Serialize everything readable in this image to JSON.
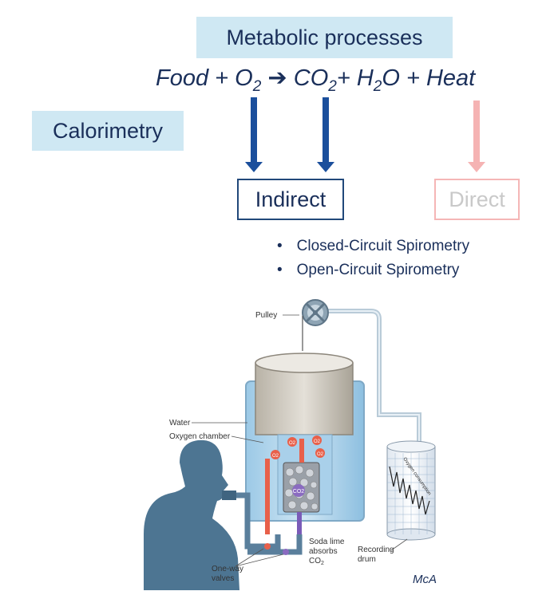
{
  "title": "Metabolic processes",
  "equation": {
    "food": "Food",
    "plus1": "+",
    "o2": "O",
    "o2_sub": "2",
    "arrow": "➔",
    "co2": "CO",
    "co2_sub": "2",
    "plus2": "+",
    "h2o_h": "H",
    "h2o_sub": "2",
    "h2o_o": "O",
    "plus3": "+",
    "heat": "Heat"
  },
  "calorimetry": "Calorimetry",
  "indirect": "Indirect",
  "direct": "Direct",
  "methods": [
    "Closed-Circuit Spirometry",
    "Open-Circuit Spirometry"
  ],
  "illustration": {
    "labels": {
      "pulley": "Pulley",
      "water": "Water",
      "oxygen_chamber": "Oxygen chamber",
      "soda_lime_1": "Soda lime",
      "soda_lime_2": "absorbs",
      "soda_lime_3": "CO",
      "soda_lime_sub": "2",
      "one_way_1": "One-way",
      "one_way_2": "valves",
      "recording_1": "Recording",
      "recording_2": "drum",
      "drum_trace": "Oxygen consumption",
      "bubble_o2": "O2",
      "bubble_co2": "CO2"
    }
  },
  "credit": "McA",
  "colors": {
    "arrow_dark": "#1b4f9c",
    "arrow_faded": "#f5b3b3",
    "box_fill": "#cfe8f3",
    "text_navy": "#1a2f5a"
  }
}
